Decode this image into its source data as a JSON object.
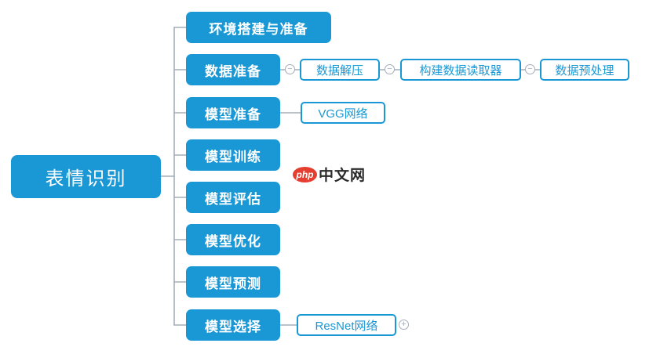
{
  "root": {
    "label": "表情识别"
  },
  "branches": [
    {
      "label": "环境搭建与准备"
    },
    {
      "label": "数据准备",
      "children": [
        {
          "label": "数据解压"
        },
        {
          "label": "构建数据读取器"
        },
        {
          "label": "数据预处理"
        }
      ]
    },
    {
      "label": "模型准备",
      "children": [
        {
          "label": "VGG网络"
        }
      ]
    },
    {
      "label": "模型训练"
    },
    {
      "label": "模型评估"
    },
    {
      "label": "模型优化"
    },
    {
      "label": "模型预测"
    },
    {
      "label": "模型选择",
      "children": [
        {
          "label": "ResNet网络"
        }
      ]
    }
  ],
  "toggles": {
    "collapse": "−",
    "expand": "+"
  },
  "watermark": {
    "logo": "php",
    "name": "中文网"
  },
  "colors": {
    "node_blue": "#1a98d5",
    "connector_gray": "#a3adb8",
    "logo_red": "#e53e30"
  }
}
